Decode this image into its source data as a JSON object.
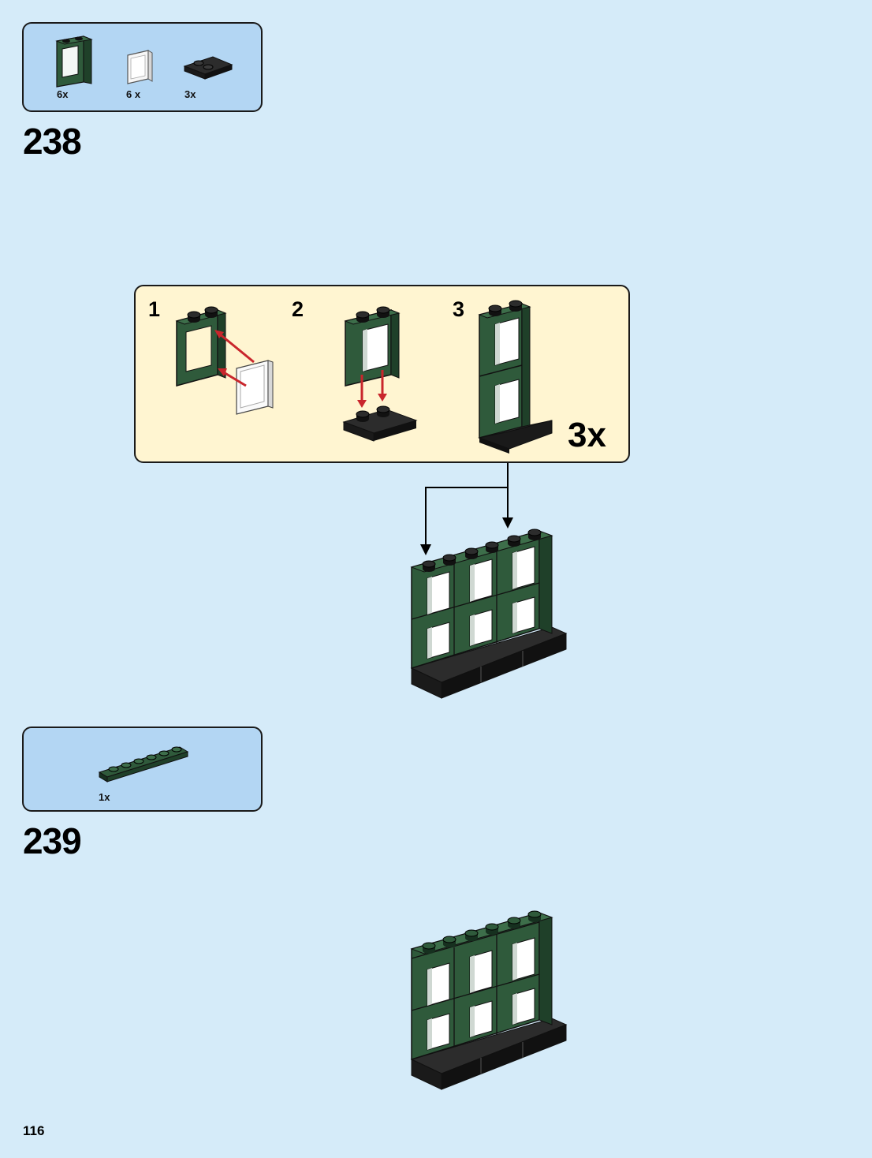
{
  "page": {
    "number": "116"
  },
  "steps": [
    {
      "number": "238",
      "parts": [
        {
          "qty": "6x",
          "icon": "green-window-frame-icon"
        },
        {
          "qty": "6 x",
          "icon": "window-glass-icon"
        },
        {
          "qty": "3x",
          "icon": "black-plate-icon"
        }
      ],
      "sub_assembly": {
        "stages": [
          "1",
          "2",
          "3"
        ],
        "multiplier": "3x"
      }
    },
    {
      "number": "239",
      "parts": [
        {
          "qty": "1x",
          "icon": "green-plate-1x6-icon"
        }
      ]
    }
  ],
  "colors": {
    "background": "#d5ebf9",
    "parts_box": "#b3d6f3",
    "sub_box": "#fff5d1",
    "brick_green": "#2f5a3b",
    "arrow_red": "#c9262c"
  }
}
